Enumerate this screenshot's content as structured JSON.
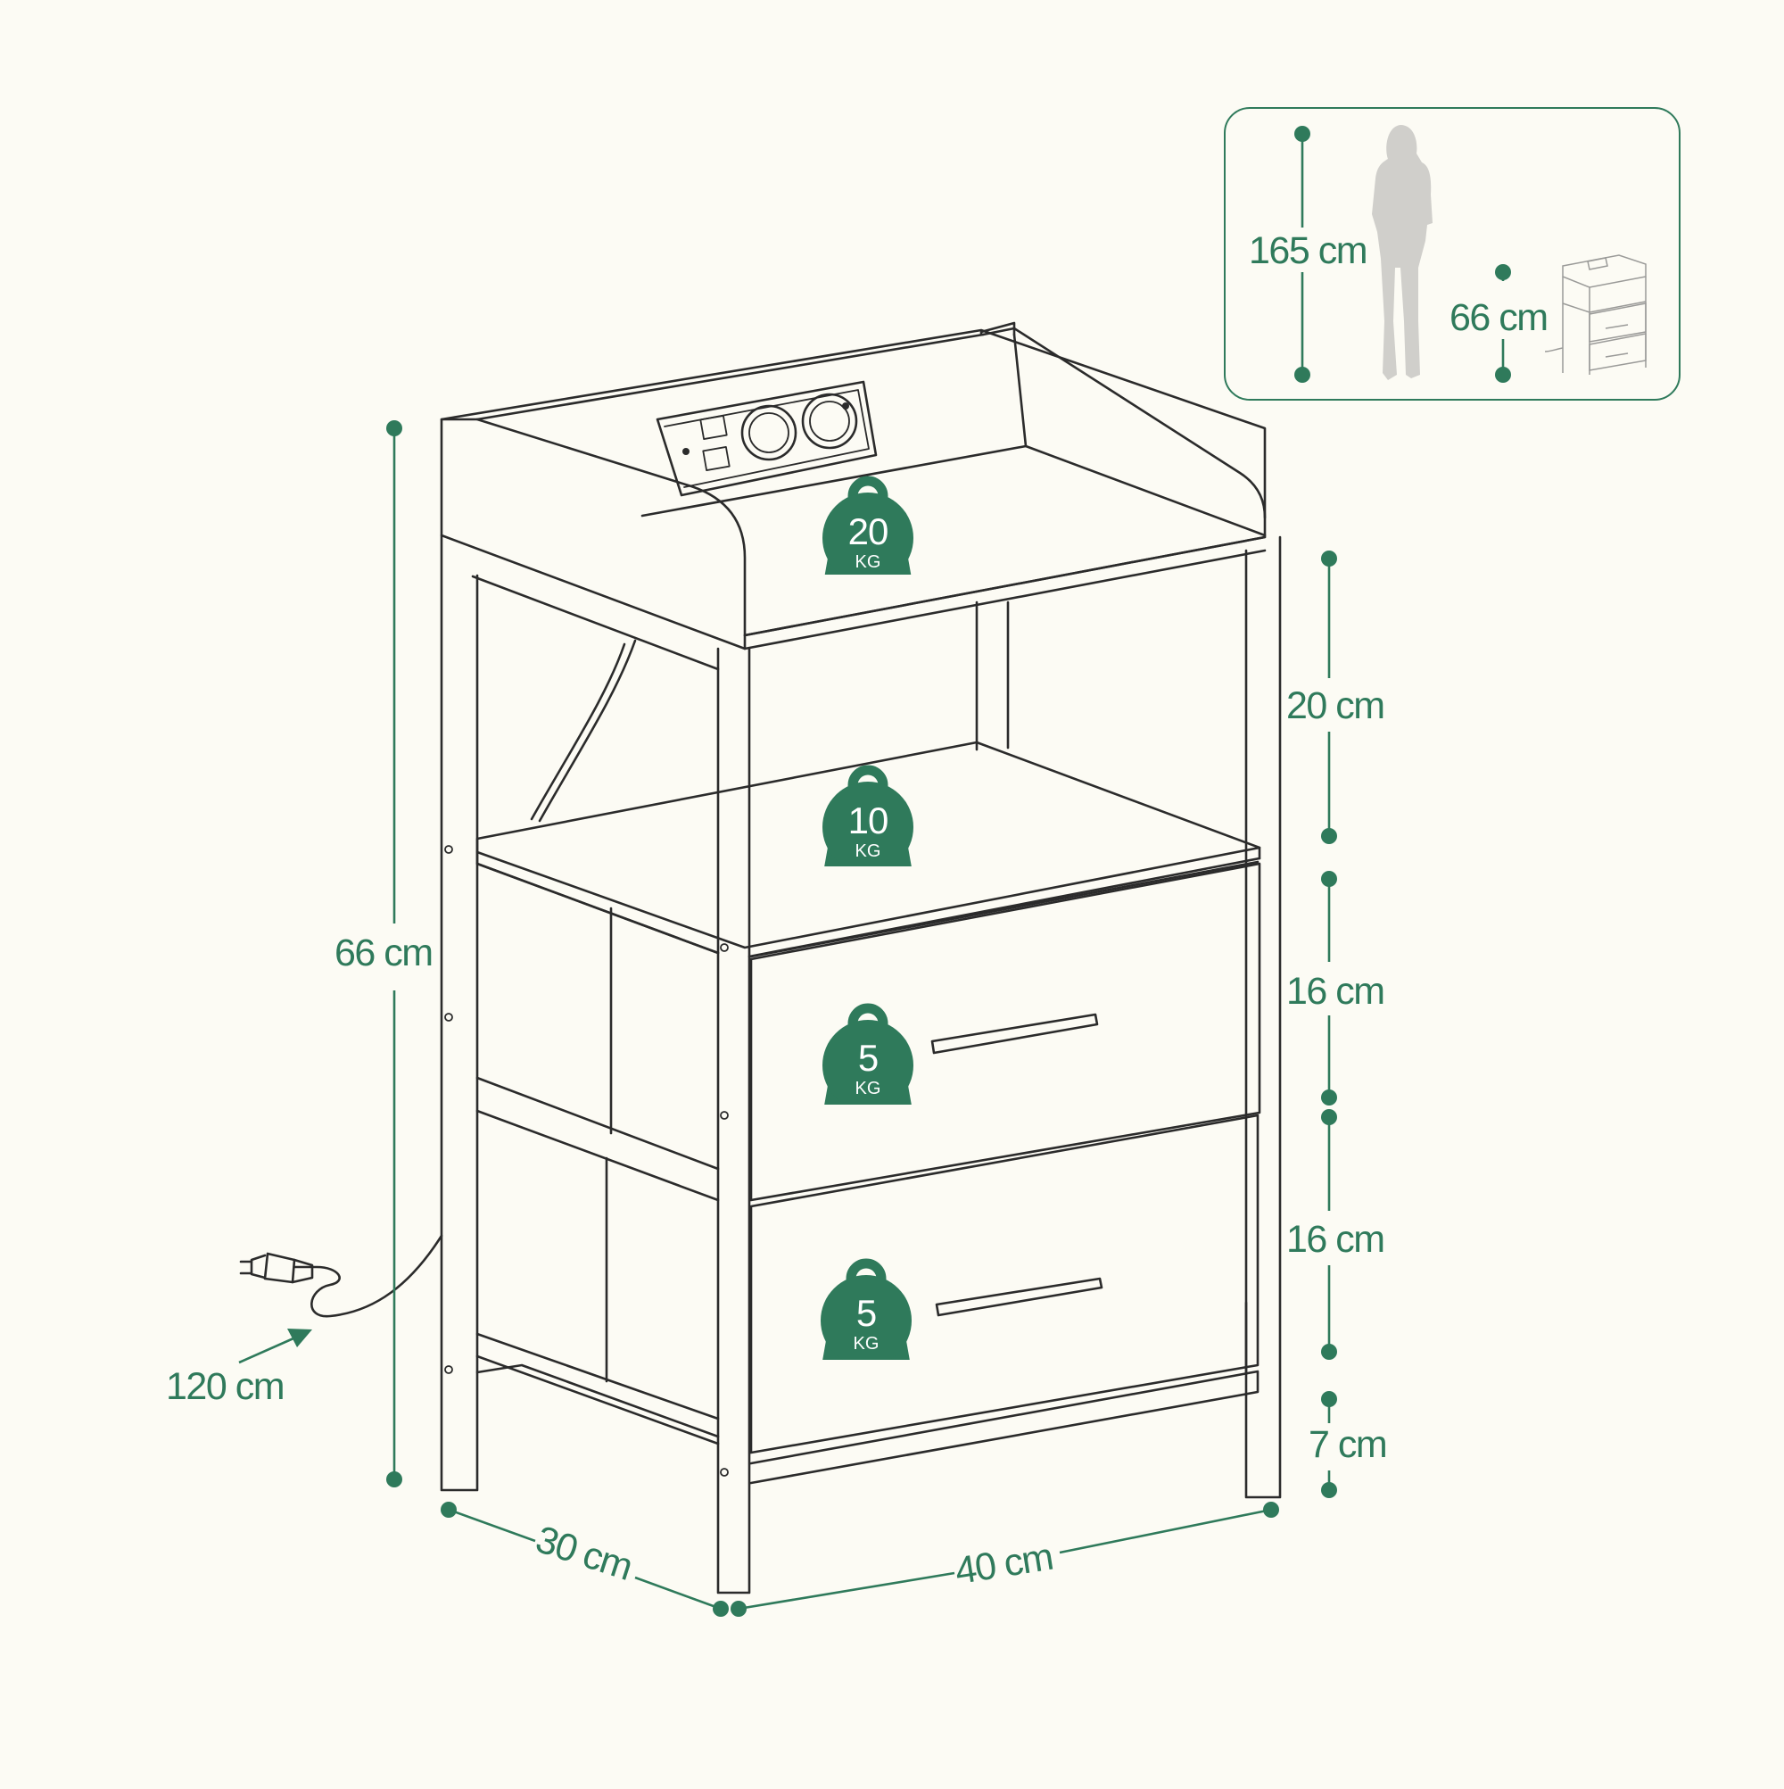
{
  "colors": {
    "background": "#fcfbf4",
    "accent": "#2f7a5b",
    "linework": "#2b2b2b",
    "silhouette": "#d0cfcb"
  },
  "dimensions": {
    "total_height": "66 cm",
    "top_shelf_gap": "20 cm",
    "upper_drawer": "16 cm",
    "lower_drawer": "16 cm",
    "floor_clearance": "7 cm",
    "depth": "30 cm",
    "width": "40 cm",
    "cable_length": "120 cm"
  },
  "load_capacity": {
    "unit": "KG",
    "top_surface": "20",
    "middle_shelf": "10",
    "upper_drawer": "5",
    "lower_drawer": "5"
  },
  "comparison": {
    "person_height": "165 cm",
    "table_height": "66 cm"
  }
}
